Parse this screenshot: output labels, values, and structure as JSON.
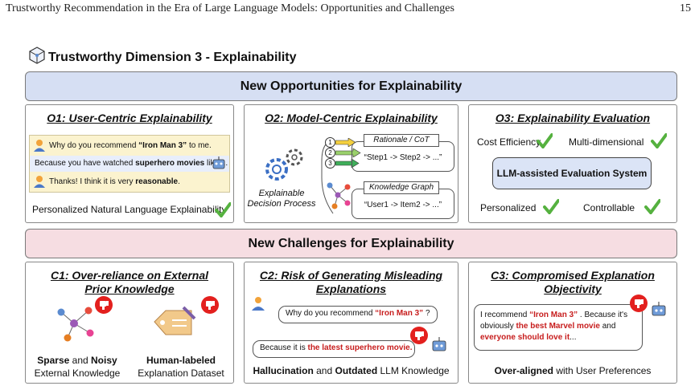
{
  "header": {
    "running_title": "Trustworthy Recommendation in the Era of Large Language Models: Opportunities and Challenges",
    "page_number": "15"
  },
  "dimension_title": "Trustworthy Dimension 3 - Explainability",
  "opportunities_banner": "New Opportunities for Explainability",
  "challenges_banner": "New Challenges for Explainability",
  "o1": {
    "title": "O1: User-Centric Explainability",
    "q_prefix": "Why do you recommend ",
    "q_highlight": "“Iron Man 3”",
    "q_suffix": " to me.",
    "a_prefix": "Because you have watched ",
    "a_highlight": "superhero movies",
    "a_suffix": " like ...",
    "r_prefix": "Thanks! I think it is very ",
    "r_highlight": "reasonable",
    "r_suffix": ".",
    "caption": "Personalized Natural Language Explainability"
  },
  "o2": {
    "title": "O2: Model-Centric Explainability",
    "left_label_line1": "Explainable",
    "left_label_line2": "Decision Process",
    "step_numbers": [
      "1",
      "2",
      "3"
    ],
    "rationale_label": "Rationale / CoT",
    "rationale_text": "“Step1 -> Step2 -> ...”",
    "kg_label": "Knowledge Graph",
    "kg_text": "“User1 -> Item2 -> ...”"
  },
  "o3": {
    "title": "O3: Explainability Evaluation",
    "cost": "Cost Efficiency",
    "multi": "Multi-dimensional",
    "center": "LLM-assisted Evaluation System",
    "personalized": "Personalized",
    "controllable": "Controllable"
  },
  "c1": {
    "title_line1": "C1: Over-reliance on External",
    "title_line2": "Prior Knowledge",
    "left_caption_b1": "Sparse",
    "left_caption_mid": " and ",
    "left_caption_b2": "Noisy",
    "left_caption_line2": "External Knowledge",
    "right_caption_line1": "Human-labeled",
    "right_caption_line2": "Explanation Dataset"
  },
  "c2": {
    "title_line1": "C2: Risk of Generating Misleading",
    "title_line2": "Explanations",
    "q_prefix": "Why do you recommend ",
    "q_highlight": "“Iron Man 3”",
    "q_suffix": " ?",
    "a_prefix": "Because it is ",
    "a_highlight": "the latest superhero movie.",
    "caption_b1": "Hallucination",
    "caption_mid": " and ",
    "caption_b2": "Outdated",
    "caption_tail": " LLM Knowledge"
  },
  "c3": {
    "title_line1": "C3: Compromised Explanation",
    "title_line2": "Objectivity",
    "l1_prefix": "I recommend ",
    "l1_highlight": "“Iron Man 3”",
    "l1_suffix": " . Because it's",
    "l2_prefix": "obviously ",
    "l2_highlight": "the best Marvel movie",
    "l2_suffix": " and",
    "l3_highlight": "everyone should love it",
    "l3_suffix": "...",
    "caption_b": "Over-aligned",
    "caption_tail": " with User Preferences"
  },
  "colors": {
    "opp_banner": "#d6dff3",
    "chal_banner": "#f6dde2",
    "highlight_red": "#c71d1d",
    "check_green": "#55b13f",
    "chat_yellow": "#fbf3cf"
  },
  "icons": [
    "cube-icon",
    "user-avatar-icon",
    "robot-icon",
    "gears-icon",
    "arrow-icon",
    "network-icon",
    "pencil-tag-icon",
    "thumbs-down-icon",
    "checkmark-icon"
  ]
}
